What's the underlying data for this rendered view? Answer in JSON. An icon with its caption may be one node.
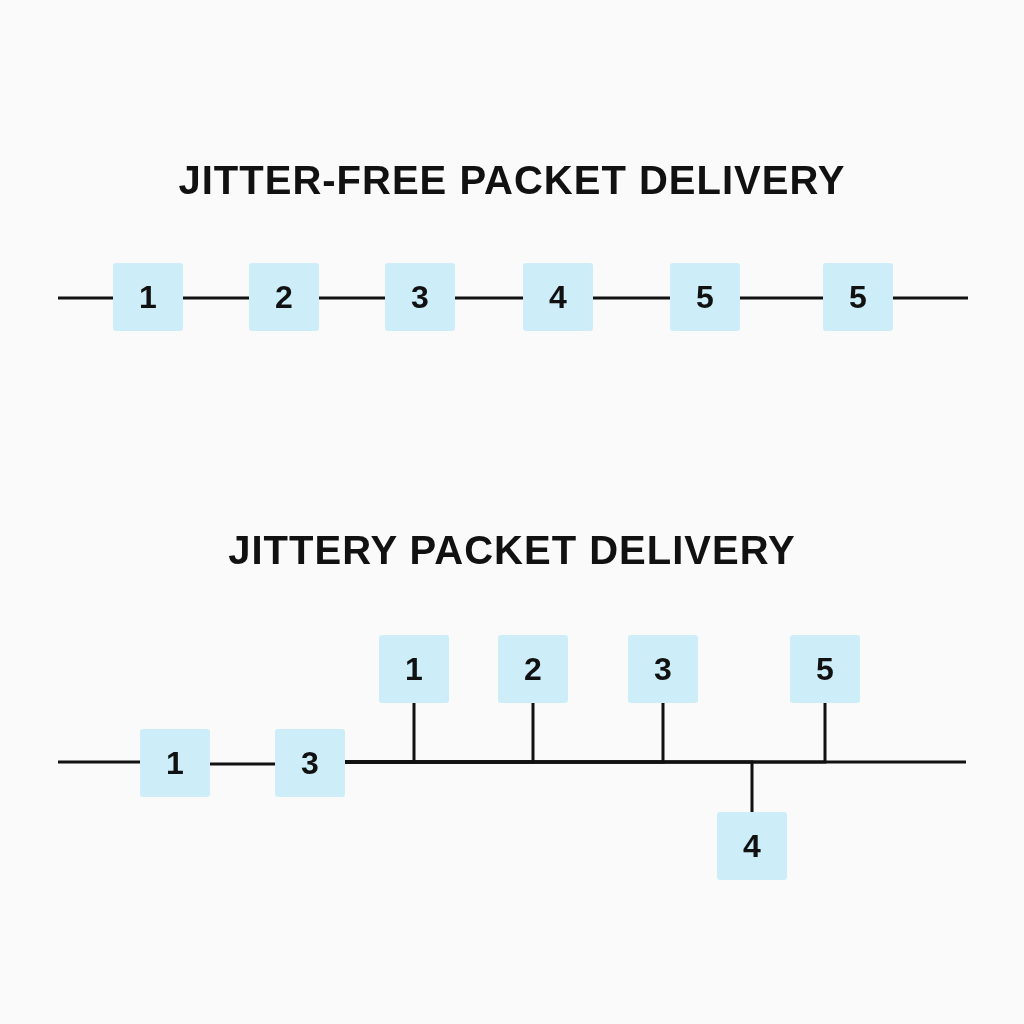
{
  "diagram": {
    "labels": [
      "JITTER-FREE PACKET DELIVERY",
      "JITTERY PACKET DELIVERY"
    ],
    "nodes": [
      {
        "text": [
          "1"
        ]
      },
      {
        "text": [
          "2"
        ]
      },
      {
        "text": [
          "3"
        ]
      },
      {
        "text": [
          "4"
        ]
      },
      {
        "text": [
          "5"
        ]
      },
      {
        "text": [
          "5"
        ]
      },
      {
        "text": [
          "1"
        ]
      },
      {
        "text": [
          "3"
        ]
      },
      {
        "text": [
          "1"
        ]
      },
      {
        "text": [
          "2"
        ]
      },
      {
        "text": [
          "3"
        ]
      },
      {
        "text": [
          "4"
        ]
      },
      {
        "text": [
          "5"
        ]
      }
    ],
    "edges": [
      {
        "from": null,
        "to": 0,
        "arrow": "none"
      },
      {
        "from": 0,
        "to": 1,
        "arrow": "none"
      },
      {
        "from": 1,
        "to": 2,
        "arrow": "none"
      },
      {
        "from": 2,
        "to": 3,
        "arrow": "none"
      },
      {
        "from": 3,
        "to": 4,
        "arrow": "none"
      },
      {
        "from": 4,
        "to": 5,
        "arrow": "none"
      },
      {
        "from": 5,
        "to": null,
        "arrow": "none"
      },
      {
        "from": null,
        "to": 6,
        "arrow": "none"
      },
      {
        "from": 6,
        "to": 7,
        "arrow": "none"
      },
      {
        "from": 7,
        "to": 8,
        "arrow": "none"
      },
      {
        "from": 7,
        "to": 9,
        "arrow": "none"
      },
      {
        "from": 7,
        "to": 10,
        "arrow": "none"
      },
      {
        "from": 7,
        "to": 11,
        "arrow": "none"
      },
      {
        "from": 7,
        "to": 12,
        "arrow": "none"
      },
      {
        "from": 7,
        "to": null,
        "arrow": "none"
      }
    ]
  }
}
